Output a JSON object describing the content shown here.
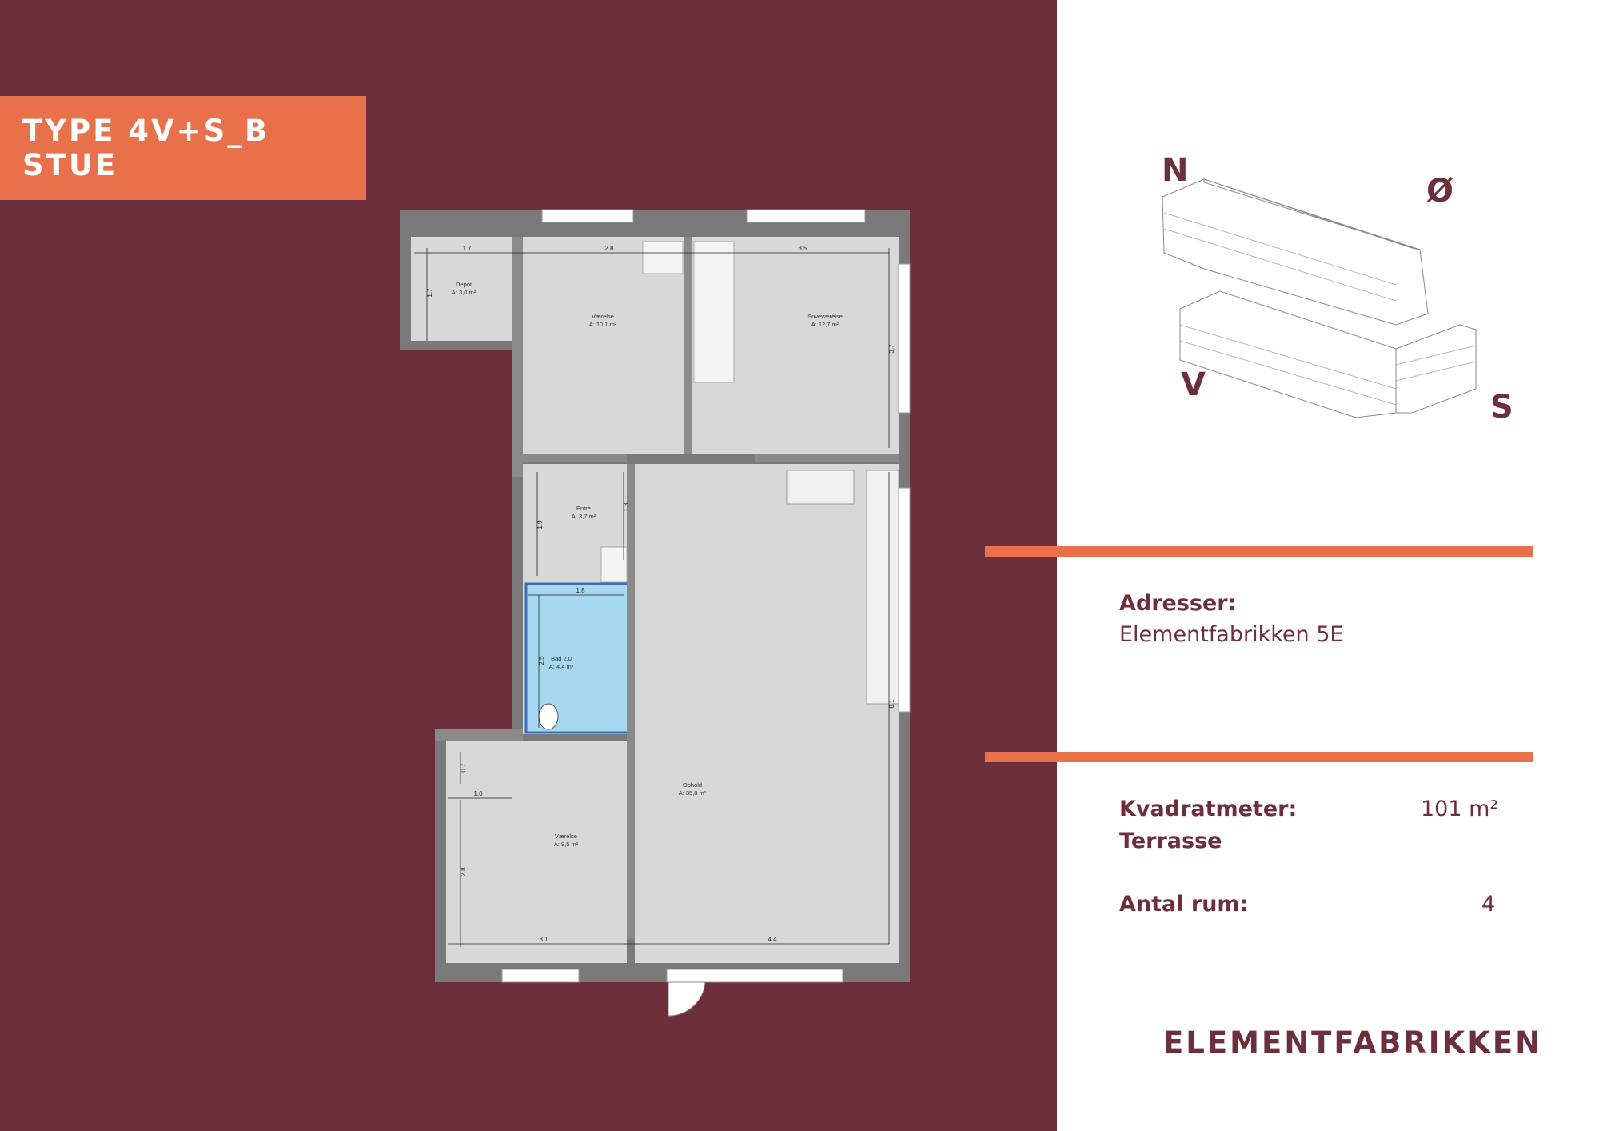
{
  "plan_type": "TYPE 4V+S_B STUE",
  "compass": {
    "n": "N",
    "e": "Ø",
    "w": "V",
    "s": "S"
  },
  "rooms": [
    {
      "name": "Depot",
      "area": "A: 3,0 m²"
    },
    {
      "name": "Værelse",
      "area": "A: 10,1 m²"
    },
    {
      "name": "Soveværelse",
      "area": "A: 12,7 m²"
    },
    {
      "name": "Entré",
      "area": "A: 3,7 m²"
    },
    {
      "name": "Bad 2.0",
      "area": "A: 4,4 m²"
    },
    {
      "name": "Ophold",
      "area": "A: 35,8 m²"
    },
    {
      "name": "Værelse",
      "area": "A: 9,5 m²"
    }
  ],
  "dimensions": {
    "d1": "1.7",
    "d2": "2.8",
    "d3": "3.5",
    "d4": "1.7",
    "d5": "3.7",
    "d6": "1.9",
    "d7": "1.3",
    "d8": "1.8",
    "d9": "2.5",
    "d10": "8.1",
    "d11": "0.7",
    "d12": "1.0",
    "d13": "2.8",
    "d14": "3.1",
    "d15": "4.4"
  },
  "info": {
    "address_label": "Adresser:",
    "address_value": "Elementfabrikken 5E",
    "sqm_label": "Kvadratmeter:",
    "sqm_value": "101 m²",
    "terrace_label": "Terrasse",
    "rooms_label": "Antal rum:",
    "rooms_value": "4"
  },
  "brand": "ELEMENTFABRIKKEN",
  "colors": {
    "panel": "#6e2f3d",
    "accent": "#e8704a",
    "floor": "#d8d8d8",
    "wall": "#7a7a7a",
    "bath": "#a6d8f2"
  }
}
